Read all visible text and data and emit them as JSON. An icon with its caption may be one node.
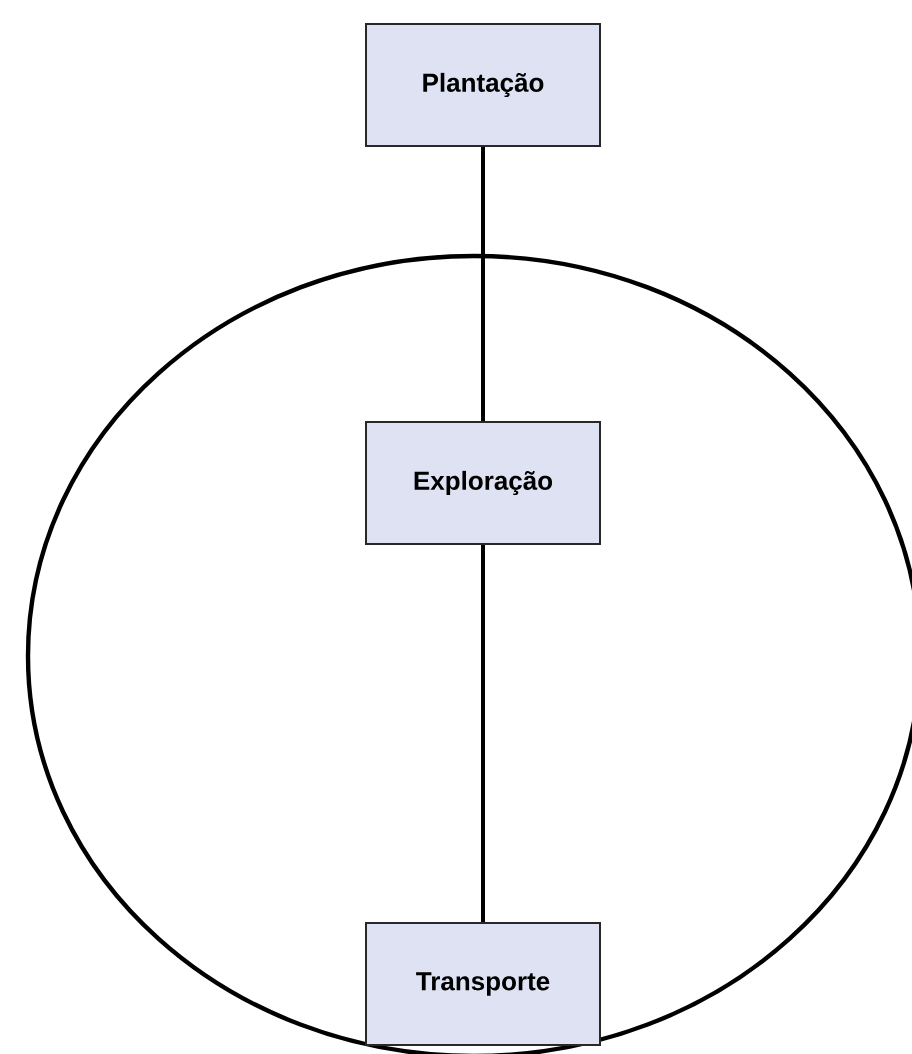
{
  "diagram": {
    "nodes": [
      {
        "text": [
          "Plantação"
        ]
      },
      {
        "text": [],
        "shape": "ellipse"
      },
      {
        "text": [
          "Exploração"
        ],
        "in": 1
      },
      {
        "text": [
          "Transporte"
        ],
        "in": 1
      }
    ],
    "edges": [
      {
        "from": 0,
        "to": 2,
        "arrow": "none"
      },
      {
        "from": 2,
        "to": 3,
        "arrow": "none"
      }
    ]
  }
}
